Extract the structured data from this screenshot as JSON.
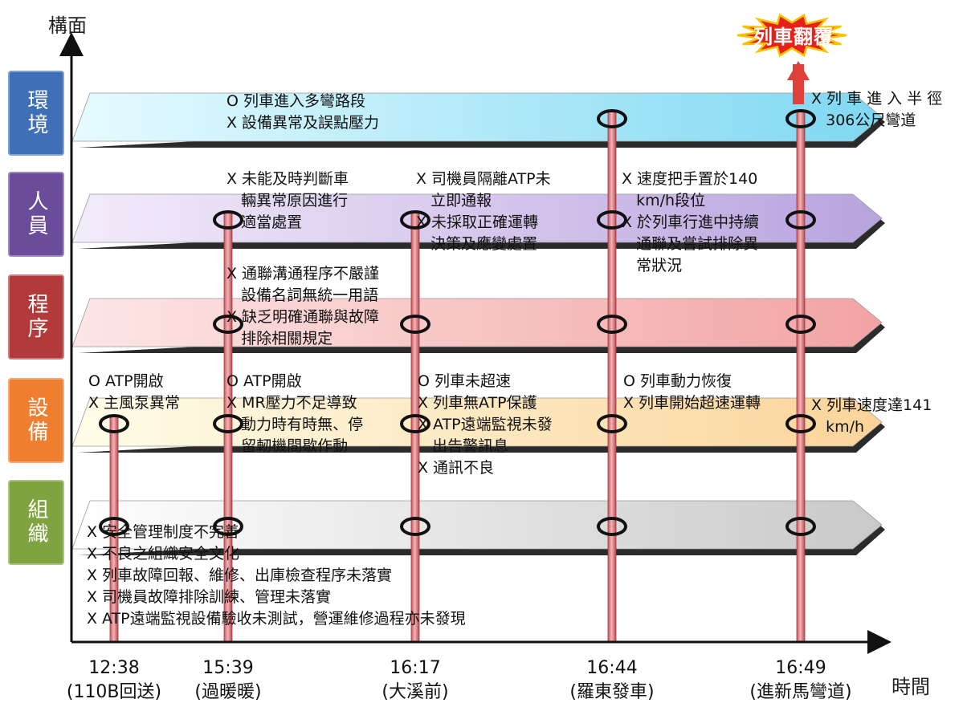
{
  "axes": {
    "y_title": "構面",
    "x_title": "時間"
  },
  "dimensions": [
    {
      "key": "env",
      "label": "環境",
      "color": "#3f6fb6"
    },
    {
      "key": "hum",
      "label": "人員",
      "color": "#6b4c9a"
    },
    {
      "key": "proc",
      "label": "程序",
      "color": "#b33a3a"
    },
    {
      "key": "eq",
      "label": "設備",
      "color": "#ef7e2f"
    },
    {
      "key": "org",
      "label": "組織",
      "color": "#7fa33f"
    }
  ],
  "times": [
    {
      "time": "12:38",
      "place": "(110B回送)"
    },
    {
      "time": "15:39",
      "place": "(過暖暖)"
    },
    {
      "time": "16:17",
      "place": "(大溪前)"
    },
    {
      "time": "16:44",
      "place": "(羅東發車)"
    },
    {
      "time": "16:49",
      "place": "(進新馬彎道)"
    }
  ],
  "outcome": "列車翻覆",
  "notes": {
    "env_1": "O 列車進入多彎路段\nX 設備異常及誤點壓力",
    "env_2": "X 列 車 進 入 半 徑\n   306公尺彎道",
    "hum_1": "X 未能及時判斷車\n   輛異常原因進行\n   適當處置",
    "hum_2": "X 司機員隔離ATP未\n   立即通報\nX 未採取正確運轉\n   決策及應變處置",
    "hum_3": "X 速度把手置於140\n   km/h段位\nX 於列車行進中持續\n   通聯及嘗試排除異\n   常狀況",
    "proc_1": "X 通聯溝通程序不嚴謹\n   設備名詞無統一用語\nX 缺乏明確通聯與故障\n   排除相關規定",
    "eq_1": "O ATP開啟\nX 主風泵異常",
    "eq_2": "O ATP開啟\nX MR壓力不足導致\n   動力時有時無、停\n   留軔機間歇作動",
    "eq_3": "O 列車未超速\nX 列車無ATP保護\nX ATP遠端監視未發\n   出告警訊息\nX 通訊不良",
    "eq_4": "O 列車動力恢復\nX 列車開始超速運轉",
    "eq_5": "X 列車速度達141\n   km/h",
    "org_1": "X 安全管理制度不完善\nX 不良之組織安全文化\nX 列車故障回報、維修、出庫檢查程序未落實\nX 司機員故障排除訓練、管理未落實\nX ATP遠端監視設備驗收未測試，營運維修過程亦未發現"
  },
  "colors": {
    "pin": "#d9747a",
    "pin_edge": "#9c3b40",
    "burst": "#e8201a",
    "burst_edge": "#f5c400",
    "arrow": "#e0403a"
  }
}
